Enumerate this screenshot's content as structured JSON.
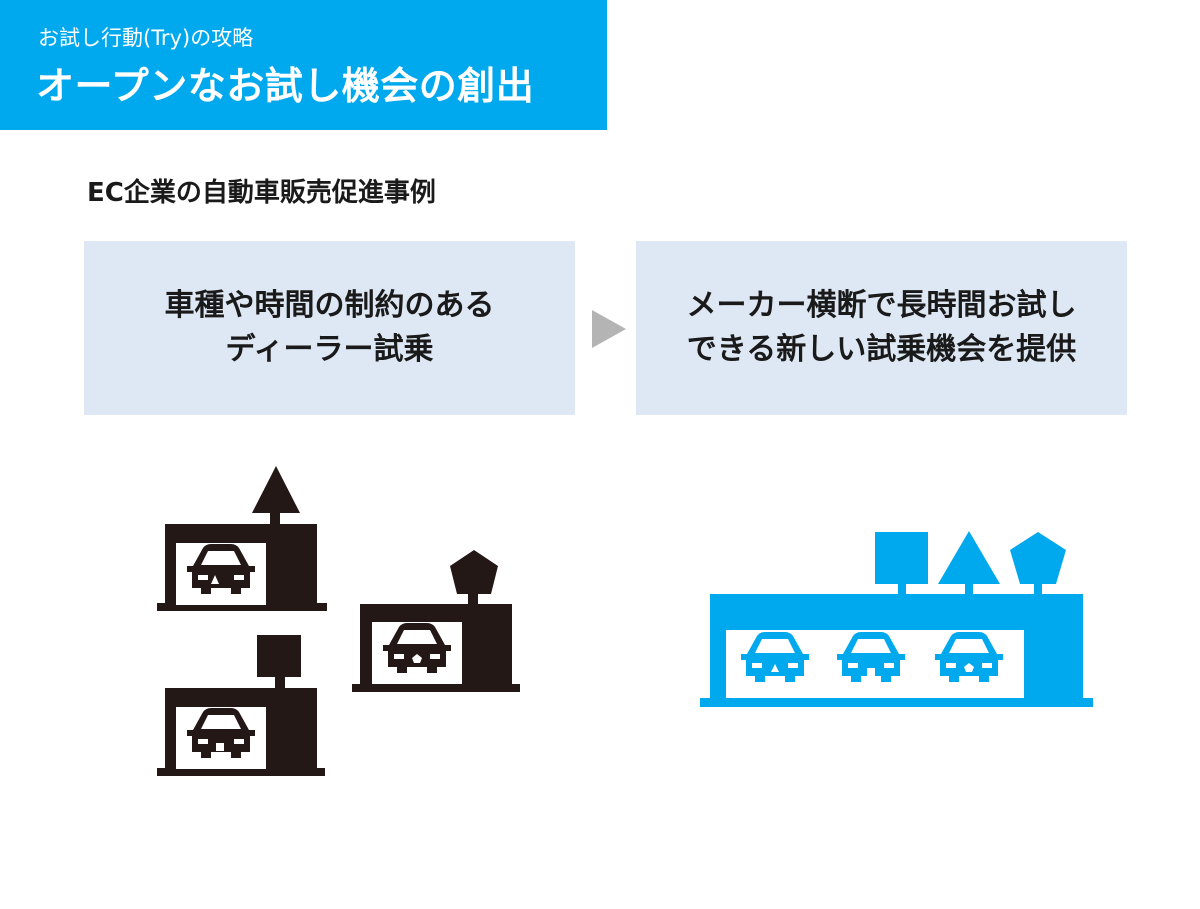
{
  "header": {
    "subtitle": "お試し行動(Try)の攻略",
    "title": "オープンなお試し機会の創出"
  },
  "case_title": "EC企業の自動車販売促進事例",
  "before": {
    "line1": "車種や時間の制約のある",
    "line2": "ディーラー試乗"
  },
  "after": {
    "line1": "メーカー横断で長時間お試し",
    "line2": "できる新しい試乗機会を提供"
  },
  "colors": {
    "accent": "#00a9ee",
    "dealer": "#231815",
    "box_bg": "#dde8f4",
    "arrow": "#b4b4b4"
  }
}
